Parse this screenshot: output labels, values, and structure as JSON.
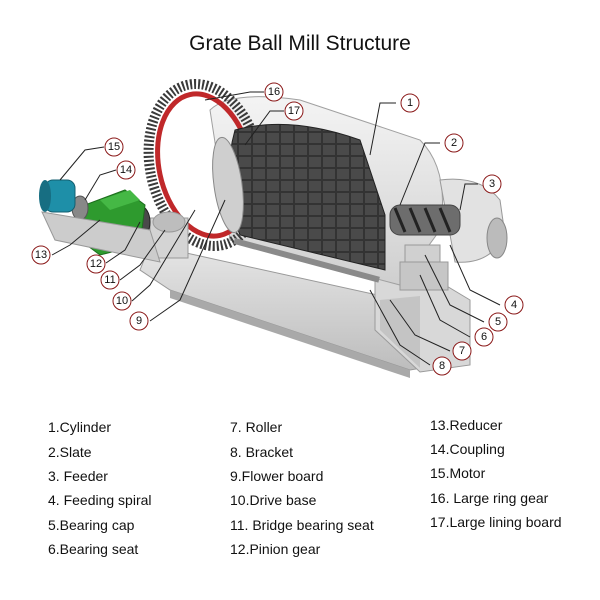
{
  "title": "Grate Ball Mill Structure",
  "callouts": [
    "1",
    "2",
    "3",
    "4",
    "5",
    "6",
    "7",
    "8",
    "9",
    "10",
    "11",
    "12",
    "13",
    "14",
    "15",
    "16",
    "17"
  ],
  "legend": {
    "col1": [
      "1.Cylinder",
      "2.Slate",
      "3. Feeder",
      "4. Feeding spiral",
      "5.Bearing cap",
      "6.Bearing seat"
    ],
    "col2": [
      "7. Roller",
      "8. Bracket",
      "9.Flower board",
      "10.Drive base",
      "11. Bridge bearing seat",
      "12.Pinion gear"
    ],
    "col3": [
      "13.Reducer",
      "14.Coupling",
      "15.Motor",
      "16. Large ring gear",
      "17.Large lining board"
    ]
  },
  "colors": {
    "callout_ring": "#8b1a1a",
    "leader": "#222222",
    "motor": "#1e8fa8",
    "reducer": "#2e9a2e",
    "ring_gear": "#3a3a3a",
    "lining": "#c0282a"
  }
}
